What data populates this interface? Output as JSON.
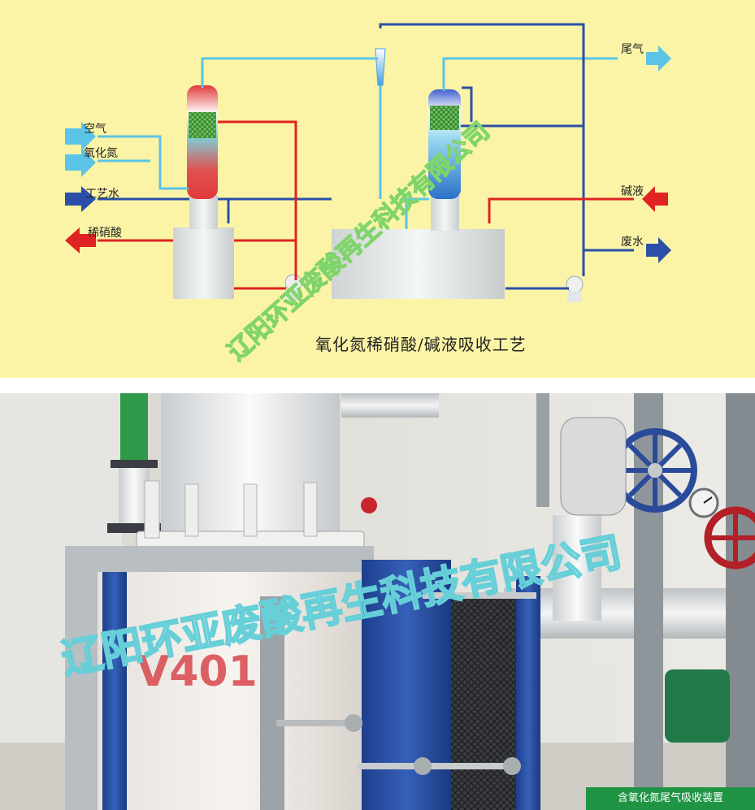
{
  "diagram": {
    "title": "氧化氮稀硝酸/碱液吸收工艺",
    "inputs_left": [
      {
        "label": "空气",
        "color": "#5bc4e6"
      },
      {
        "label": "氧化氮",
        "color": "#5bc4e6"
      },
      {
        "label": "工艺水",
        "color": "#2b4fa8"
      }
    ],
    "outputs_left": [
      {
        "label": "稀硝酸",
        "color": "#e02323"
      }
    ],
    "right_streams": [
      {
        "label": "尾气",
        "direction": "out",
        "color": "#5bc4e6"
      },
      {
        "label": "碱液",
        "direction": "in",
        "color": "#e02323"
      },
      {
        "label": "废水",
        "direction": "out",
        "color": "#2b4fa8"
      }
    ],
    "watermark": "辽阳环亚废酸再生科技有限公司"
  },
  "photo": {
    "tank_marking": "V401",
    "watermark": "辽阳环亚废酸再生科技有限公司",
    "caption": "含氧化氮尾气吸收装置"
  },
  "colors": {
    "background": "#fbf4a6",
    "air_line": "#5bc4e6",
    "water_line": "#2b4fa8",
    "acid_line": "#e02323",
    "watermark": "#7fd46a"
  }
}
